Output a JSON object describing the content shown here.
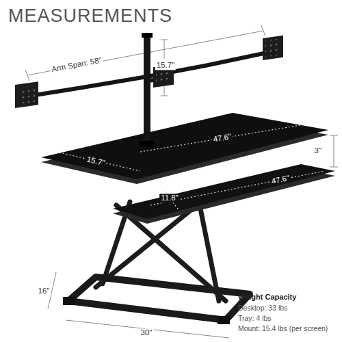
{
  "diagram": {
    "title": "MEASUREMENTS",
    "labels": [
      "Arm Span: 58\"",
      "15.7\"",
      "47.6\"",
      "3\"",
      "15.7\"",
      "47.6\"",
      "11.8\"",
      "16\"",
      "30\"",
      "Weight Capacity",
      "Desktop: 33 lbs",
      "Tray: 4 lbs",
      "Mount: 15.4 lbs (per screen)"
    ]
  }
}
